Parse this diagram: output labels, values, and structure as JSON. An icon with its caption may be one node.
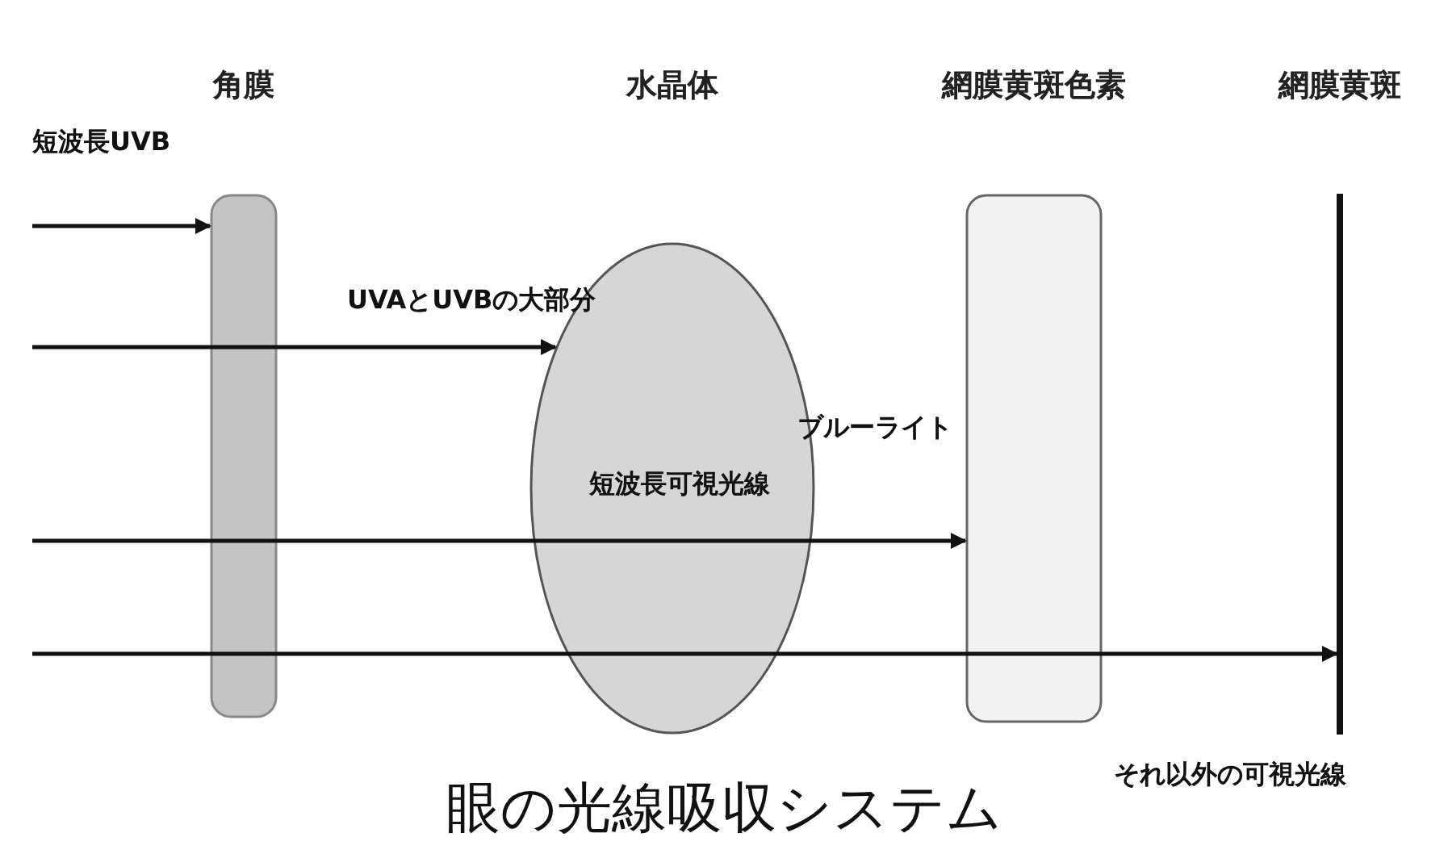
{
  "diagram": {
    "caption": "眼の光線吸収システム",
    "nodes": [
      {
        "text": [
          "角膜"
        ]
      },
      {
        "text": [
          "水晶体"
        ]
      },
      {
        "text": [
          "網膜黄斑色素"
        ]
      },
      {
        "text": [
          "網膜黄斑"
        ]
      }
    ],
    "edges": [
      {
        "from": null,
        "to": 0,
        "arrow": "to",
        "label": "短波長UVB"
      },
      {
        "from": null,
        "to": 1,
        "arrow": "to",
        "label": "UVAとUVBの大部分"
      },
      {
        "from": null,
        "to": 2,
        "arrow": "to",
        "label": "短波長可視光線"
      },
      {
        "from": null,
        "to": 3,
        "arrow": "to",
        "label": "それ以外の可視光線"
      }
    ],
    "labels": [
      "ブルーライト"
    ]
  }
}
